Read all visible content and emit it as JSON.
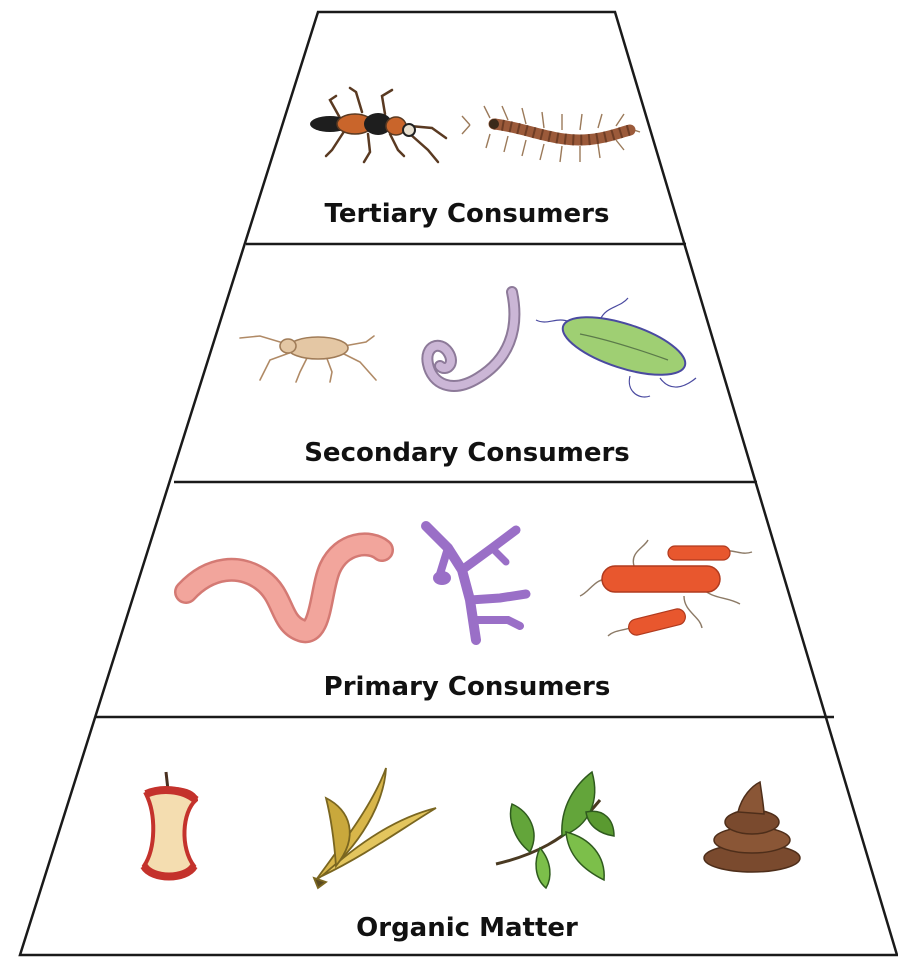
{
  "levels": [
    {
      "label": "Tertiary Consumers",
      "organisms": [
        "rove-beetle",
        "centipede"
      ]
    },
    {
      "label": "Secondary Consumers",
      "organisms": [
        "springtail-mite",
        "nematode",
        "protozoa"
      ]
    },
    {
      "label": "Primary Consumers",
      "organisms": [
        "earthworm",
        "fungi",
        "bacteria"
      ]
    },
    {
      "label": "Organic Matter",
      "organisms": [
        "apple-core",
        "banana-peel",
        "leaves",
        "dung"
      ]
    }
  ],
  "colors": {
    "outline": "#1a1a1a",
    "text": "#111111",
    "beetle": "#c9652b",
    "centipede": "#9b5a3a",
    "mite": "#d9b48f",
    "nematode": "#cbb6d6",
    "protozoa": "#9fcf73",
    "earthworm": "#f2a59c",
    "fungi": "#9a6fc7",
    "bacteria": "#e8572e",
    "apple": "#c4322c",
    "banana": "#d8b64a",
    "leaves": "#63a53a",
    "dung": "#7a4a2e"
  }
}
